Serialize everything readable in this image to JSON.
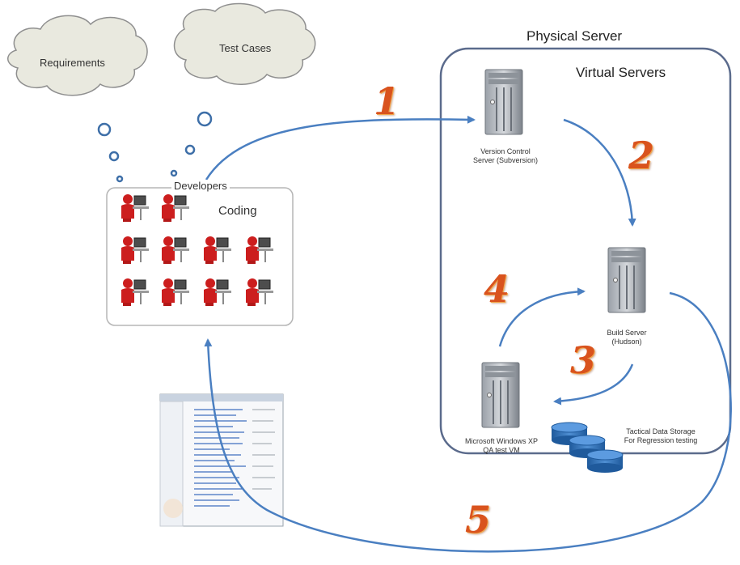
{
  "clouds": {
    "requirements": "Requirements",
    "test_cases": "Test Cases"
  },
  "developers": {
    "group_label": "Developers",
    "activity": "Coding"
  },
  "physical_server": {
    "title": "Physical Server"
  },
  "virtual_servers": {
    "title": "Virtual Servers",
    "version_control": {
      "line1": "Version Control",
      "line2": "Server (Subversion)"
    },
    "build_server": {
      "line1": "Build Server",
      "line2": "(Hudson)"
    },
    "qa_vm": {
      "line1": "Microsoft Windows XP",
      "line2": "QA test VM"
    },
    "storage": {
      "line1": "Tactical Data Storage",
      "line2": "For Regression testing"
    }
  },
  "steps": [
    "1",
    "2",
    "3",
    "4",
    "5"
  ],
  "colors": {
    "arrow": "#4a7fc1",
    "server_border": "#5b6b8c",
    "step": "#d9531e",
    "developer": "#cc1e1e",
    "database": "#2f6fb5"
  }
}
